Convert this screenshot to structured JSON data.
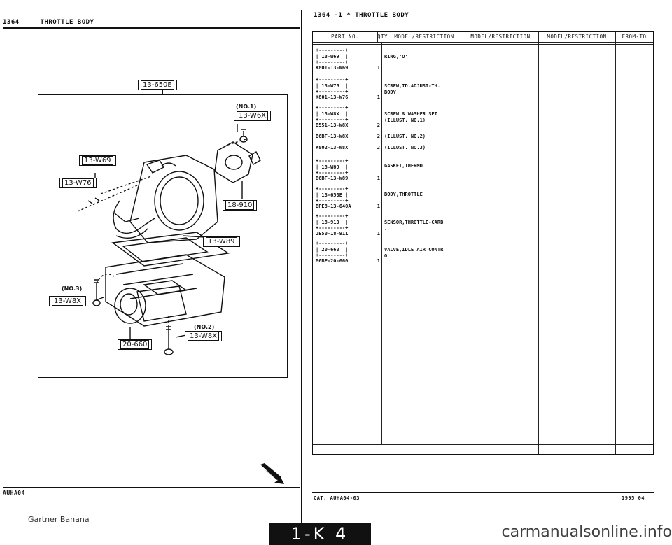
{
  "left_header": {
    "page": "1364",
    "title": "THROTTLE BODY"
  },
  "right_header": {
    "page": "1364",
    "marker": "-1 *",
    "title": "THROTTLE BODY"
  },
  "callouts": {
    "c650": "13-650E",
    "cW69": "13-W69",
    "cW76": "13-W76",
    "cW6X": "13-W6X",
    "c910": "18-910",
    "cW89": "13-W89",
    "cW8X_3": "13-W8X",
    "c660": "20-660",
    "cW8X_2": "13-W8X",
    "no1": "(NO.1)",
    "no2": "(NO.2)",
    "no3": "(NO.3)"
  },
  "left_footer": {
    "code": "AUHA04"
  },
  "table": {
    "headers": [
      "PART NO.",
      "QTY",
      "MODEL/RESTRICTION",
      "MODEL/RESTRICTION",
      "MODEL/RESTRICTION",
      "FROM-TO"
    ],
    "rows": [
      {
        "box": "+---------+\n| 13-W69  |\n+---------+",
        "part": "K801-13-W69",
        "qty": "1",
        "desc": "RING,'O'"
      },
      {
        "box": "+---------+\n| 13-W76  |\n+---------+",
        "part": "K801-13-W76",
        "qty": "1",
        "desc": "SCREW,ID.ADJUST-TH.\nBODY"
      },
      {
        "box": "+---------+\n| 13-W8X  |\n+---------+",
        "part": "B551-13-W8X",
        "qty": "2",
        "desc": "SCREW & WASHER SET\n(ILLUST. NO.1)"
      },
      {
        "box": "",
        "part": "B6BF-13-W8X",
        "qty": "2",
        "desc": "(ILLUST. NO.2)"
      },
      {
        "box": "",
        "part": "K802-13-W8X",
        "qty": "2",
        "desc": "(ILLUST. NO.3)"
      },
      {
        "box": "+---------+\n| 13-W89  |\n+---------+",
        "part": "B6BF-13-W89",
        "qty": "1",
        "desc": "GASKET,THERMO"
      },
      {
        "box": "+---------+\n| 13-650E |\n+---------+",
        "part": "BPE8-13-640A",
        "qty": "1",
        "desc": "BODY,THROTTLE"
      },
      {
        "box": "+---------+\n| 18-910  |\n+---------+",
        "part": "JE50-18-911",
        "qty": "1",
        "desc": "SENSOR,THROTTLE-CARB\n."
      },
      {
        "box": "+---------+\n| 20-660  |\n+---------+",
        "part": "B6BF-20-660",
        "qty": "1",
        "desc": "VALVE,IDLE AIR CONTR\nOL"
      }
    ]
  },
  "right_footer": {
    "cat": "CAT. AUHA04-03",
    "date": "1995 04"
  },
  "page_bar": "1-K 4",
  "gartner": "Gartner Banana",
  "watermark": "carmanualsonline.info",
  "colors": {
    "ink": "#111111",
    "paper": "#ffffff"
  }
}
